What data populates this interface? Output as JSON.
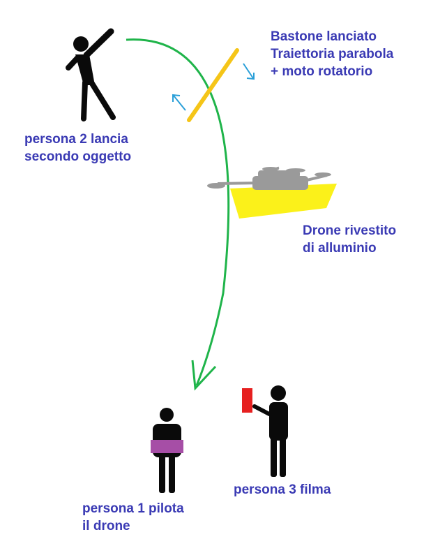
{
  "colors": {
    "label_text": "#3a3ab4",
    "figure": "#0a0a0a",
    "trajectory": "#1fb44a",
    "stick": "#f5c518",
    "rotation_arrows": "#2a9fd8",
    "drone_shield": "#fbf11a",
    "drone_body": "#9a9a9a",
    "pilot_sash": "#a64ea6",
    "camera": "#e62020"
  },
  "icons": {
    "person_throwing": "person-throwing-icon",
    "person_pilot": "person-pilot-icon",
    "person_filming": "person-filming-icon",
    "drone": "drone-icon",
    "stick": "stick-icon",
    "camera": "camera-icon"
  },
  "labels": {
    "stick": [
      "Bastone lanciato",
      "Traiettoria parabola",
      "+ moto rotatorio"
    ],
    "person2": [
      "persona 2 lancia",
      "secondo oggetto"
    ],
    "drone": [
      "Drone rivestito",
      "di alluminio"
    ],
    "person3": [
      "persona 3 filma"
    ],
    "person1": [
      "persona 1 pilota",
      "il drone"
    ]
  }
}
